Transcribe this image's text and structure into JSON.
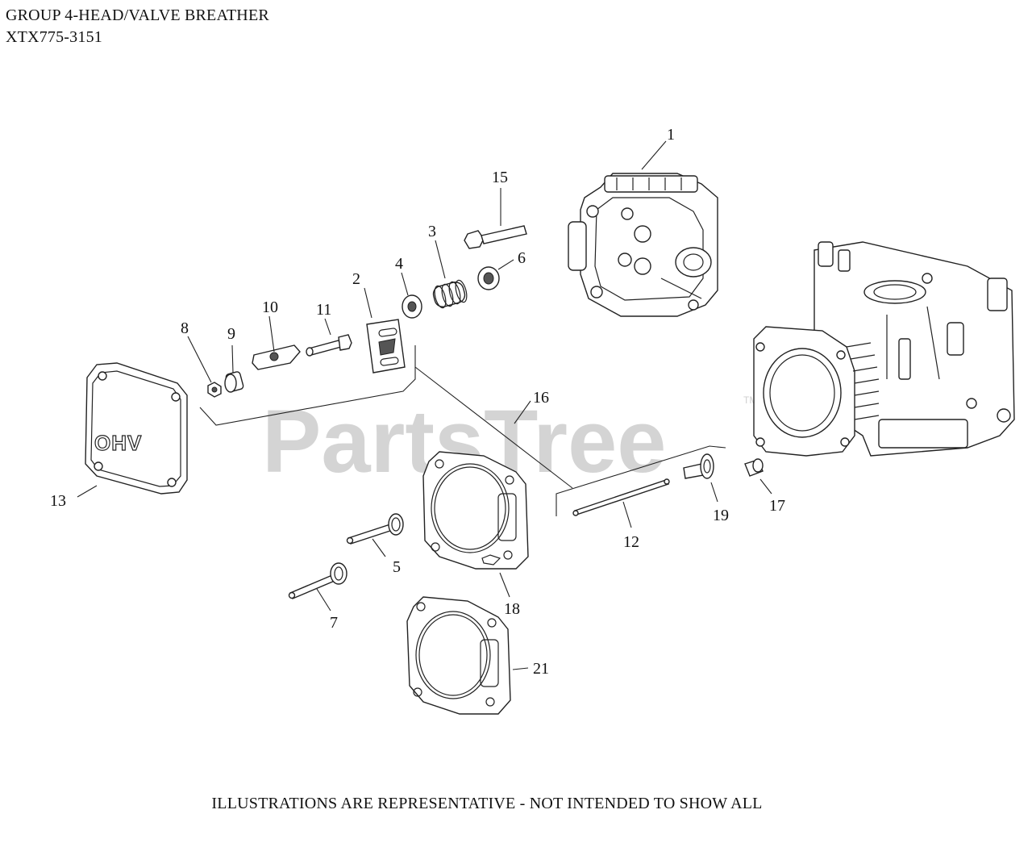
{
  "header": {
    "title": "GROUP 4-HEAD/VALVE BREATHER",
    "model": "XTX775-3151"
  },
  "watermark": {
    "text": "PartsTree",
    "tm": "TM"
  },
  "cover_text": "OHV",
  "callouts": [
    "1",
    "2",
    "3",
    "4",
    "5",
    "6",
    "7",
    "8",
    "9",
    "10",
    "11",
    "12",
    "13",
    "15",
    "16",
    "17",
    "18",
    "19",
    "21"
  ],
  "footer": "ILLUSTRATIONS ARE REPRESENTATIVE - NOT INTENDED TO SHOW ALL"
}
